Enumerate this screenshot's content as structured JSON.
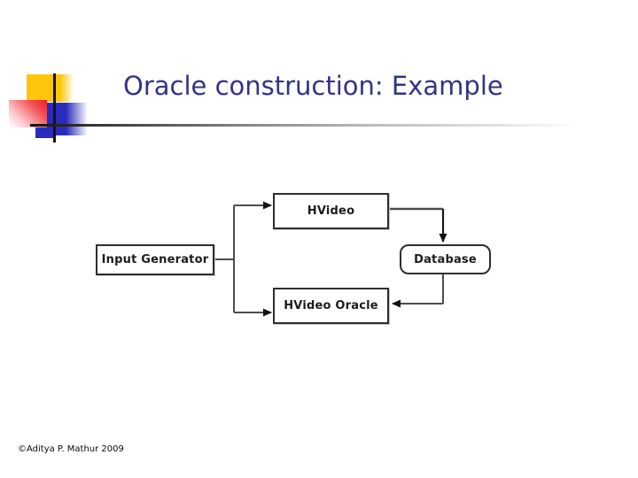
{
  "slide": {
    "title": "Oracle construction: Example",
    "footer": "©Aditya P. Mathur 2009"
  },
  "colors": {
    "title_text": "#333387",
    "accent_yellow": "#fec60a",
    "accent_red": "#ec1c24",
    "accent_blue": "#2b2bbd",
    "connector_line": "#4d4d4d",
    "arrowhead": "#111111",
    "node_border": "#2e2e2e",
    "background": "#ffffff"
  },
  "diagram": {
    "nodes": [
      {
        "id": "input-generator",
        "label": "Input Generator",
        "shape": "rect"
      },
      {
        "id": "hvideo",
        "label": "HVideo",
        "shape": "rect"
      },
      {
        "id": "database",
        "label": "Database",
        "shape": "rounded-rect"
      },
      {
        "id": "hvideo-oracle",
        "label": "HVideo Oracle",
        "shape": "rect"
      }
    ],
    "edges": [
      {
        "from": "input-generator",
        "to": "hvideo",
        "arrow": "end"
      },
      {
        "from": "input-generator",
        "to": "hvideo-oracle",
        "arrow": "end"
      },
      {
        "from": "hvideo",
        "to": "database",
        "arrow": "end"
      },
      {
        "from": "database",
        "to": "hvideo-oracle",
        "arrow": "end"
      }
    ]
  }
}
